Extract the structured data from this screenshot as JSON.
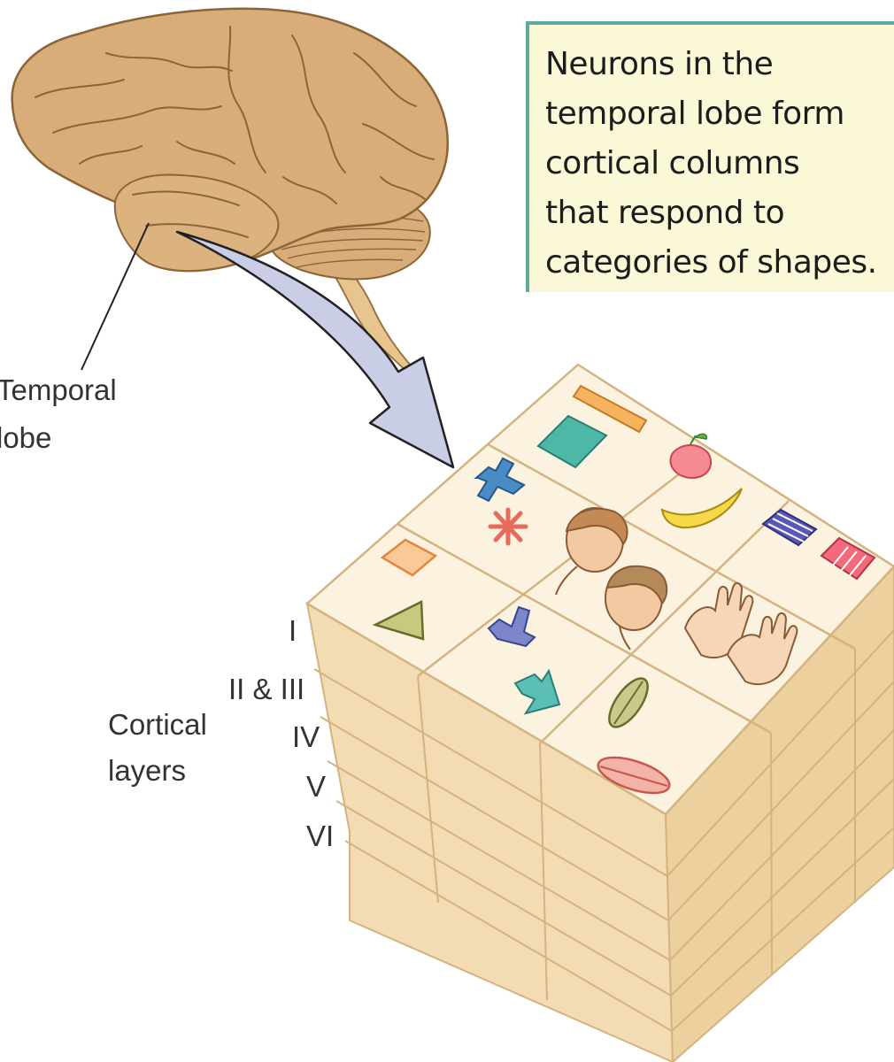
{
  "caption": {
    "lines": [
      "Neurons in the",
      "temporal lobe form",
      "cortical columns",
      "that respond to",
      "categories of shapes."
    ]
  },
  "labels": {
    "temporal_lobe": [
      "Temporal",
      "lobe"
    ],
    "cortical_layers": [
      "Cortical",
      "layers"
    ],
    "layer_numerals": [
      "I",
      "II & III",
      "IV",
      "V",
      "VI"
    ]
  },
  "colors": {
    "caption_border": "#5fa9a3",
    "caption_fill": "#fbf8d8",
    "brain": "#d8ad7a",
    "block_top": "#fbf2e0",
    "block_side": "#f3dcb4",
    "block_edge": "#d3b37f",
    "arrow": "#c9cde6"
  },
  "column_shapes": [
    "bars-icon",
    "apple-banana-icon",
    "striped-squares-icon",
    "cross-star-icon",
    "faces-icon",
    "hands-icon",
    "square-triangle-icon",
    "t-arrow-icon",
    "ellipses-icon"
  ]
}
